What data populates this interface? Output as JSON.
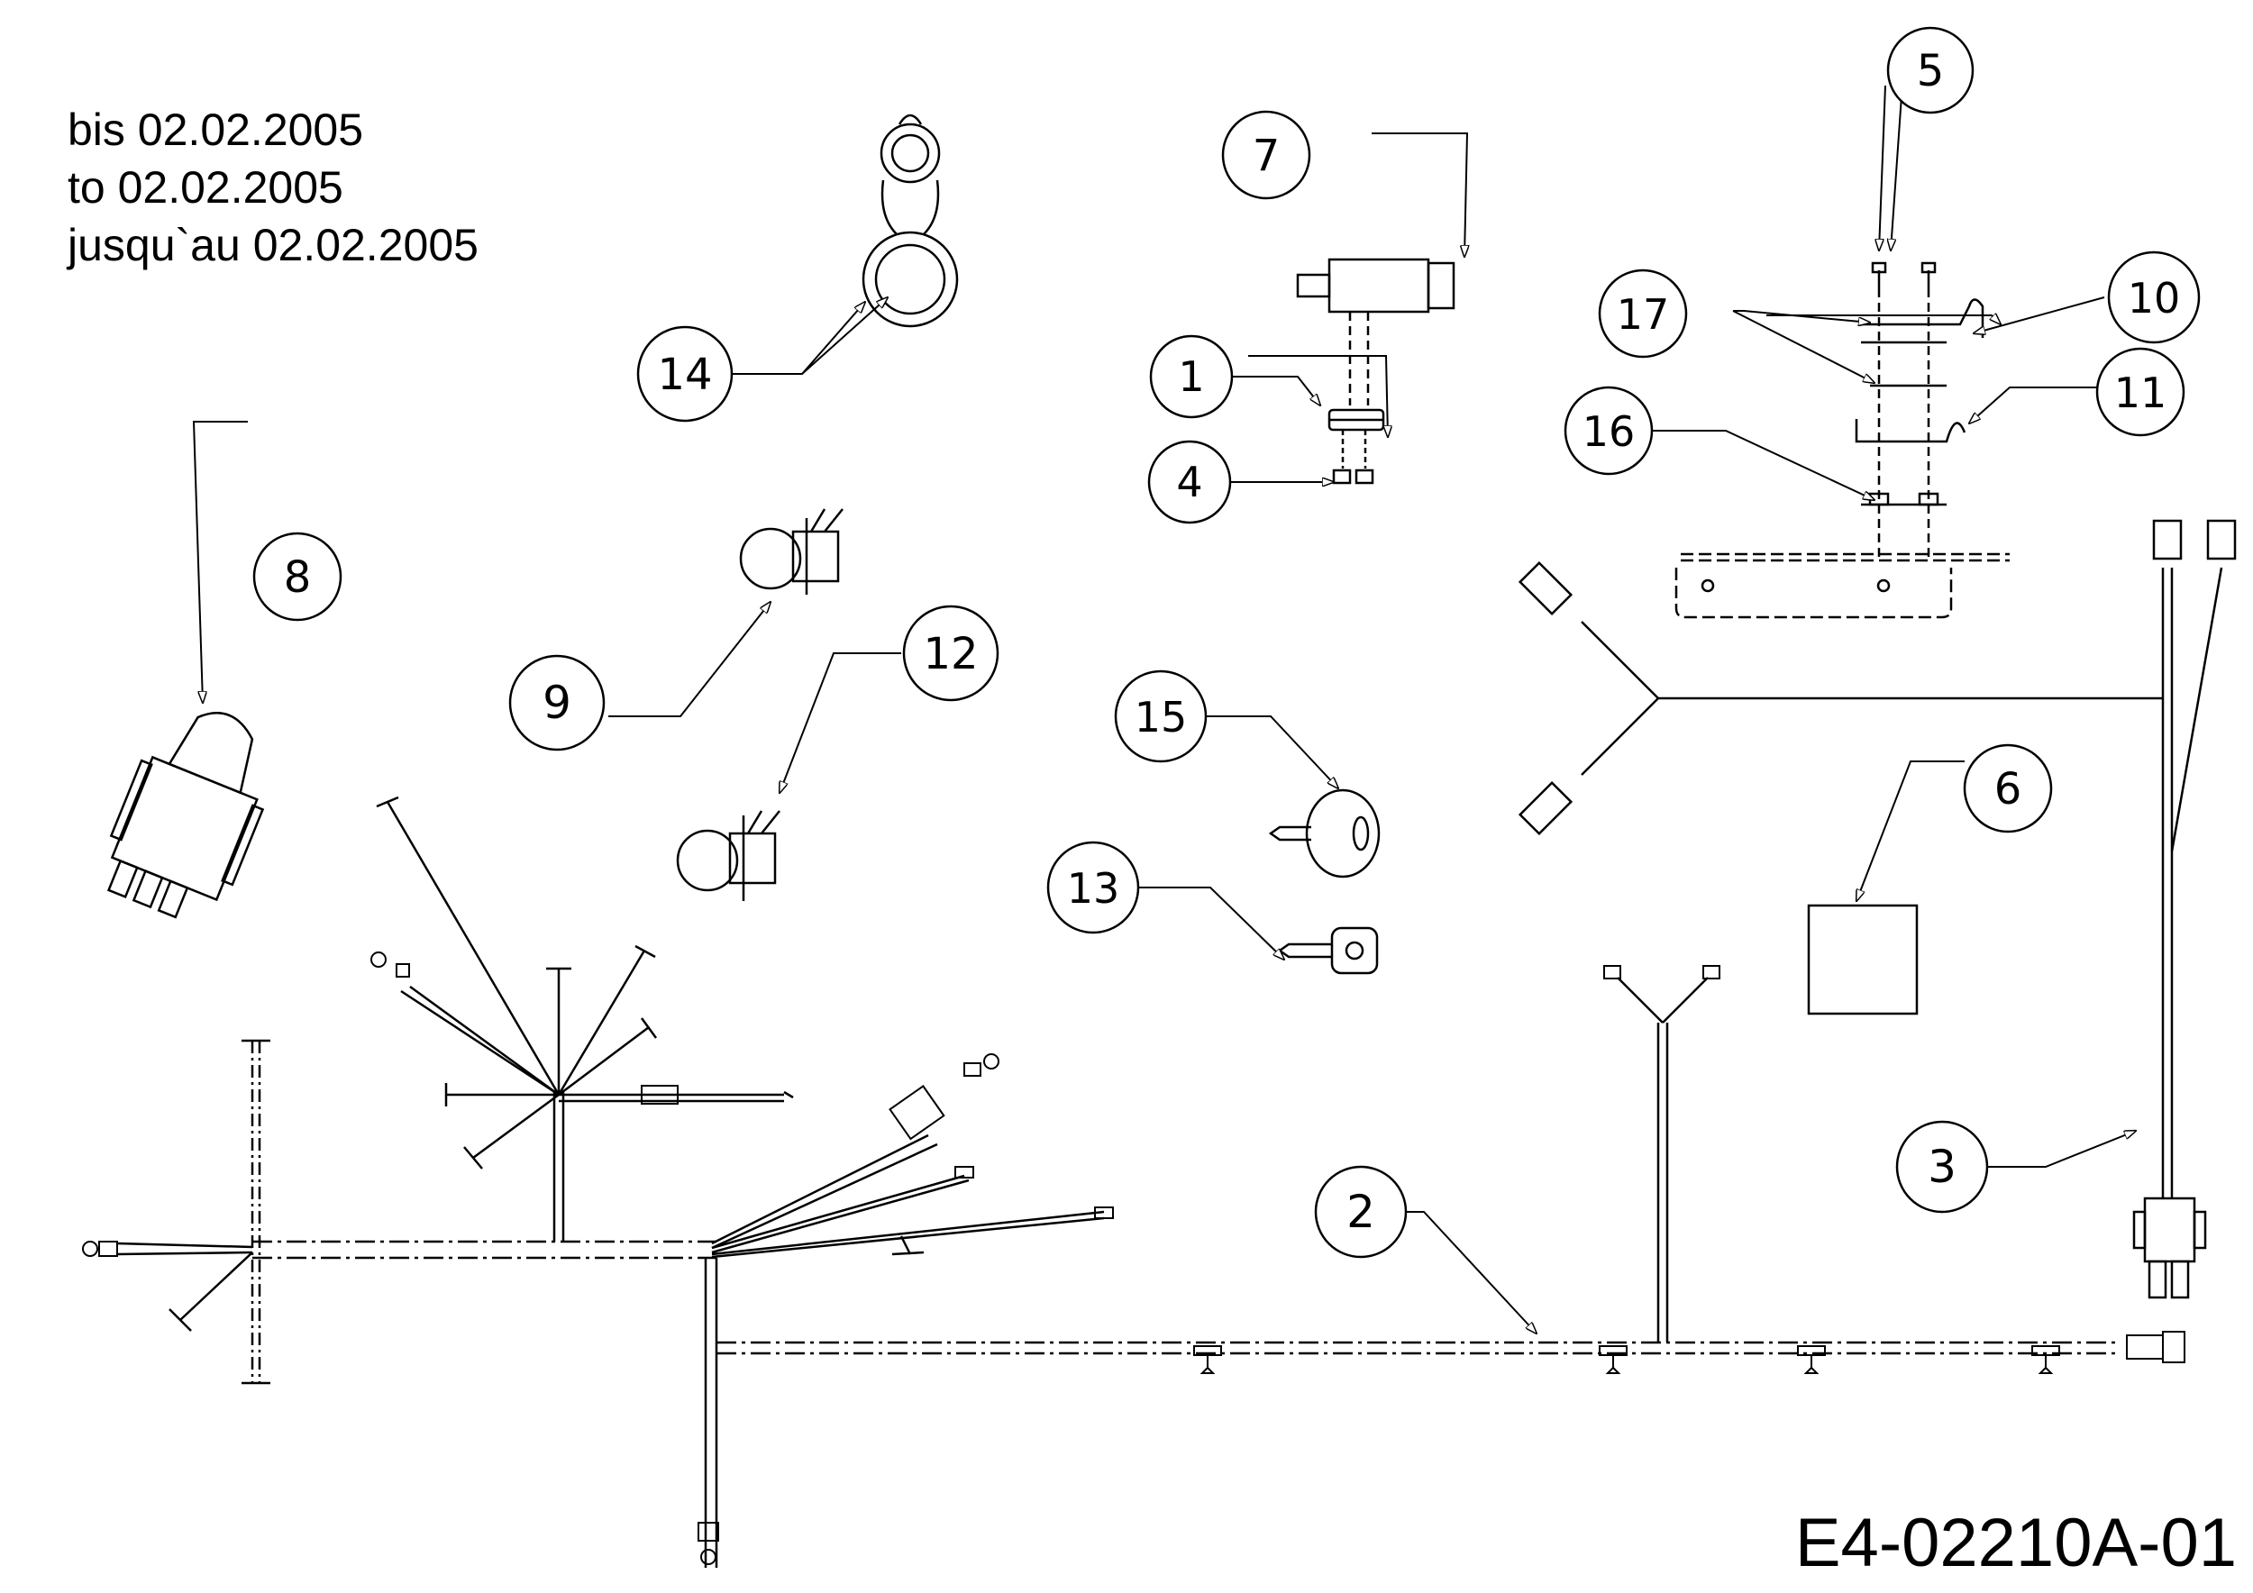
{
  "header": {
    "line_de": "bis 02.02.2005",
    "line_en": "to 02.02.2005",
    "line_fr": "jusqu`au 02.02.2005"
  },
  "document_id": "E4-02210A-01",
  "callouts": [
    {
      "id": "1",
      "label": "1"
    },
    {
      "id": "2",
      "label": "2"
    },
    {
      "id": "3",
      "label": "3"
    },
    {
      "id": "4",
      "label": "4"
    },
    {
      "id": "5",
      "label": "5"
    },
    {
      "id": "6",
      "label": "6"
    },
    {
      "id": "7",
      "label": "7"
    },
    {
      "id": "8",
      "label": "8"
    },
    {
      "id": "9",
      "label": "9"
    },
    {
      "id": "10",
      "label": "10"
    },
    {
      "id": "11",
      "label": "11"
    },
    {
      "id": "12",
      "label": "12"
    },
    {
      "id": "13",
      "label": "13"
    },
    {
      "id": "14",
      "label": "14"
    },
    {
      "id": "15",
      "label": "15"
    },
    {
      "id": "16",
      "label": "16"
    },
    {
      "id": "17",
      "label": "17"
    }
  ]
}
